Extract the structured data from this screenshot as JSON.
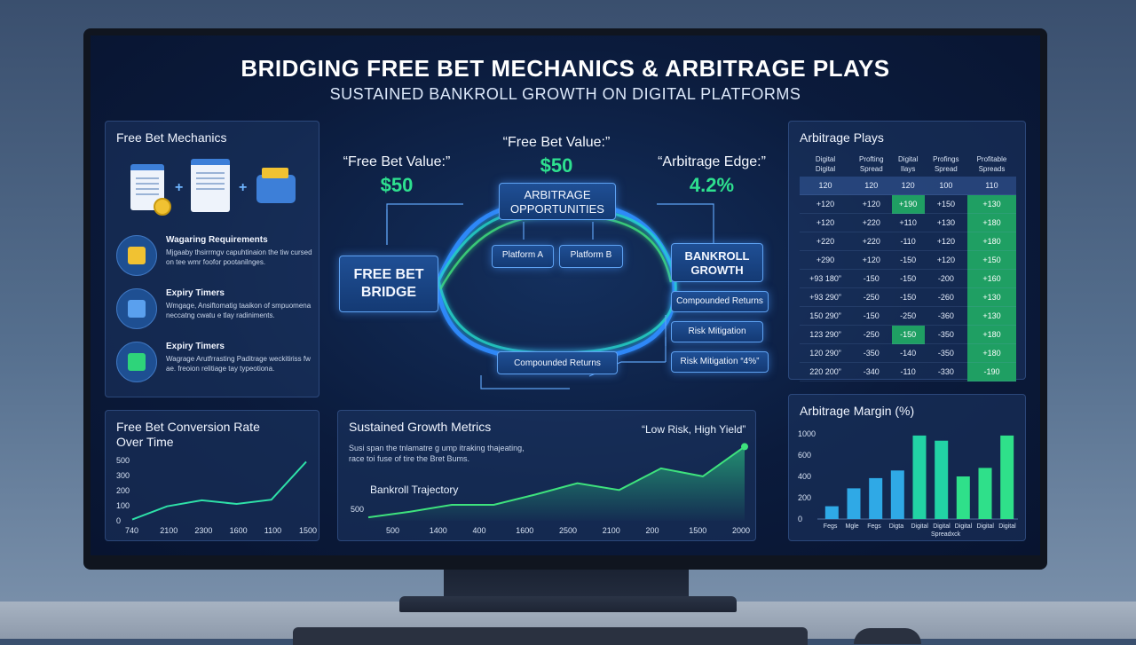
{
  "header": {
    "title": "BRIDGING FREE BET MECHANICS & ARBITRAGE PLAYS",
    "subtitle": "SUSTAINED BANKROLL GROWTH ON DIGITAL PLATFORMS"
  },
  "mechanics": {
    "title": "Free Bet Mechanics",
    "items": [
      {
        "heading": "Wagaring Requirements",
        "desc": "Mjgaaby thsirrmgv capuhtinaion the tiw cursed on tee wmr foofor pootanilnges.",
        "icon": "coin-doc-icon"
      },
      {
        "heading": "Expiry Timers",
        "desc": "Wmgage, Ansiftomatig taaikon of smpuomena neccatng cwatu e tlay radiniments.",
        "icon": "wallet-icon"
      },
      {
        "heading": "Expiry Timers",
        "desc": "Wagrage Arutfrrasting Paditrage weckitiriss fw ae. freoion relitiage tay typeotiona.",
        "icon": "cash-icon"
      }
    ]
  },
  "flow": {
    "left_label": "“Free Bet Value:”",
    "left_value": "$50",
    "center_label": "“Free Bet Value:”",
    "center_value": "$50",
    "right_label": "“Arbitrage Edge:”",
    "right_value": "4.2%",
    "bridge": [
      "FREE BET",
      "BRIDGE"
    ],
    "arb_opps": [
      "ARBITRAGE",
      "OPPORTUNITIES"
    ],
    "platform_a": "Platform A",
    "platform_b": "Platform B",
    "bankroll": [
      "BANKROLL",
      "GROWTH"
    ],
    "compounded_right": "Compounded Returns",
    "risk_mitigation": "Risk Mitigation",
    "compounded_bottom": "Compounded Returns",
    "risk_mitigation_2": "Risk Mitigation “4%”"
  },
  "arbitrage": {
    "title": "Arbitrage Plays",
    "headers": [
      [
        "Digital",
        "Digital"
      ],
      [
        "Profting",
        "Spread"
      ],
      [
        "Digital",
        "Ilays"
      ],
      [
        "Profings",
        "Spread"
      ],
      [
        "Profitable",
        "Spreads"
      ]
    ],
    "rows": [
      [
        "120",
        "120",
        "120",
        "100",
        "110"
      ],
      [
        "+120",
        "+120",
        "+190",
        "+150",
        "+130"
      ],
      [
        "+120",
        "+220",
        "+110",
        "+130",
        "+180"
      ],
      [
        "+220",
        "+220",
        "-110",
        "+120",
        "+180"
      ],
      [
        "+290",
        "+120",
        "-150",
        "+120",
        "+150"
      ],
      [
        "+93 180”",
        "-150",
        "-150",
        "-200",
        "+160"
      ],
      [
        "+93 290”",
        "-250",
        "-150",
        "-260",
        "+130"
      ],
      [
        "150 290”",
        "-150",
        "-250",
        "-360",
        "+130"
      ],
      [
        "123 290”",
        "-250",
        "-150",
        "-350",
        "+180"
      ],
      [
        "120 290”",
        "-350",
        "-140",
        "-350",
        "+180"
      ],
      [
        "220 200”",
        "-340",
        "-110",
        "-330",
        "-190"
      ]
    ],
    "highlight": [
      [],
      [
        2,
        4
      ],
      [
        4
      ],
      [
        4
      ],
      [
        4
      ],
      [
        4
      ],
      [
        4
      ],
      [
        4
      ],
      [
        2,
        4
      ],
      [
        4
      ],
      [
        4
      ]
    ]
  },
  "conversion": {
    "title": [
      "Free Bet Conversion Rate",
      "Over Time"
    ],
    "chart_data": {
      "type": "line",
      "x_ticks": [
        "740",
        "2100",
        "2300",
        "1600",
        "1100",
        "1500"
      ],
      "y_ticks": [
        "500",
        "300",
        "200",
        "100",
        "0"
      ],
      "values": [
        10,
        120,
        170,
        140,
        175,
        490
      ],
      "ylim": [
        0,
        500
      ]
    }
  },
  "growth": {
    "title": "Sustained Growth Metrics",
    "quote": "“Low Risk, High Yield”",
    "desc": [
      "Susi span the tnlamatre g ump itraking thajeating,",
      "race toi fuse of tire the Bret Bums."
    ],
    "series_label": "Bankroll Trajectory",
    "chart_data": {
      "type": "area",
      "x_ticks": [
        "500",
        "1400",
        "400",
        "1600",
        "2500",
        "2100",
        "200",
        "1500",
        "2000"
      ],
      "y_tick": "500",
      "values": [
        30,
        80,
        140,
        140,
        230,
        330,
        270,
        460,
        390,
        650
      ]
    }
  },
  "margin": {
    "title": "Arbitrage Margin (%)",
    "chart_data": {
      "type": "bar",
      "categories": [
        "Fegs",
        "Mgle",
        "Fegs",
        "Digta",
        "Digital",
        "Digital",
        "Digital",
        "Digital",
        "Digital"
      ],
      "sublabel": "Spreadxck",
      "values": [
        150,
        360,
        480,
        570,
        980,
        920,
        500,
        600,
        980
      ],
      "colors": [
        "#2fa9e6",
        "#2fa9e6",
        "#2fa9e6",
        "#2fa9e6",
        "#22d3a5",
        "#22d3a5",
        "#2fe08a",
        "#2fe08a",
        "#2fe08a"
      ],
      "y_ticks": [
        "1000",
        "600",
        "400",
        "200",
        "0"
      ],
      "ylim": [
        0,
        1000
      ]
    }
  }
}
